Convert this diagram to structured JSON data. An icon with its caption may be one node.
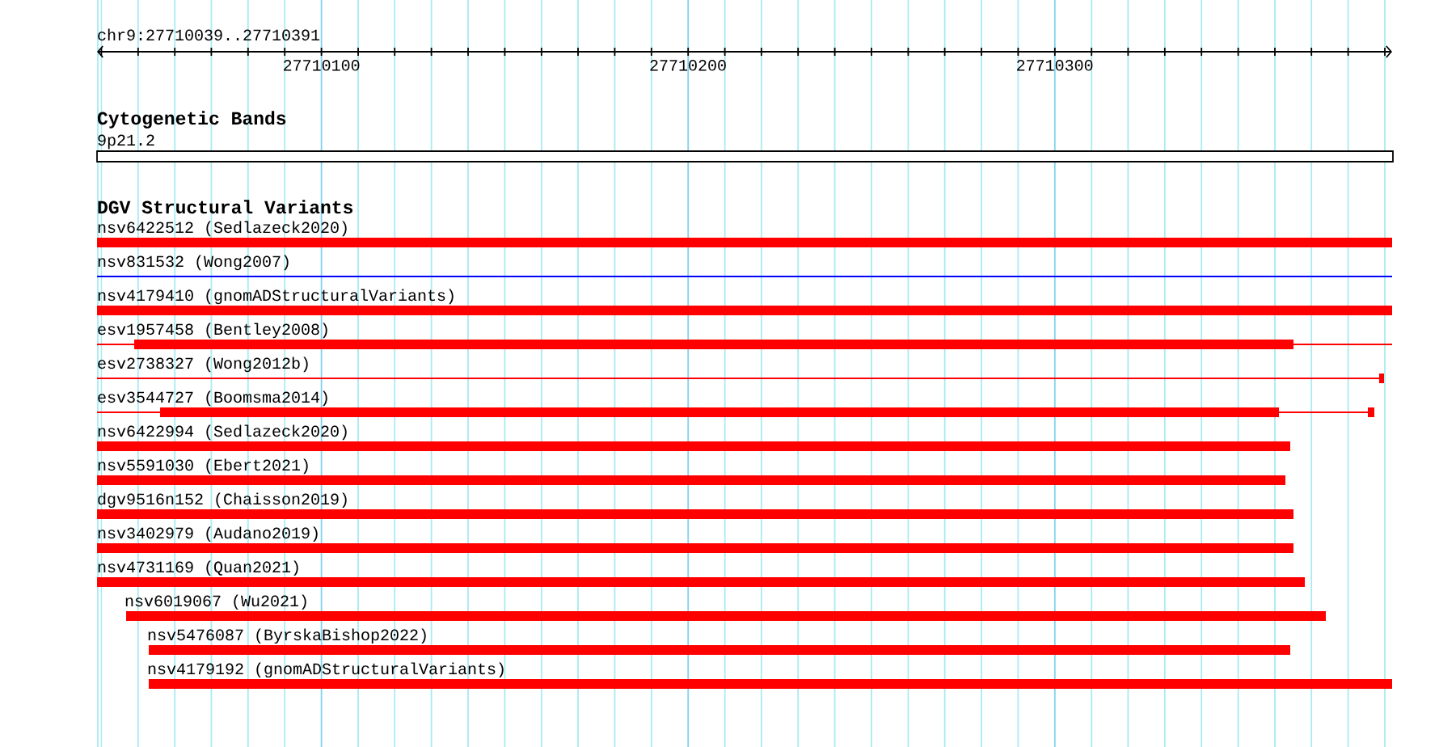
{
  "diagram": {
    "nodes": [
      {
        "text": [
          "9p21.2"
        ]
      },
      {
        "text": [
          "nsv6422512 (Sedlazeck2020)"
        ]
      },
      {
        "text": [
          "nsv831532 (Wong2007)"
        ]
      },
      {
        "text": [
          "nsv4179410 (gnomADStructuralVariants)"
        ]
      },
      {
        "text": [
          "esv1957458 (Bentley2008)"
        ]
      },
      {
        "text": [
          "esv2738327 (Wong2012b)"
        ]
      },
      {
        "text": [
          "esv3544727 (Boomsma2014)"
        ]
      },
      {
        "text": [
          "nsv6422994 (Sedlazeck2020)"
        ]
      },
      {
        "text": [
          "nsv5591030 (Ebert2021)"
        ]
      },
      {
        "text": [
          "dgv9516n152 (Chaisson2019)"
        ]
      },
      {
        "text": [
          "nsv3402979 (Audano2019)"
        ]
      },
      {
        "text": [
          "nsv4731169 (Quan2021)"
        ]
      },
      {
        "text": [
          "nsv6019067 (Wu2021)"
        ]
      },
      {
        "text": [
          "nsv5476087 (ByrskaBishop2022)"
        ]
      },
      {
        "text": [
          "nsv4179192 (gnomADStructuralVariants)"
        ]
      }
    ],
    "labels": [
      "chr9:27710039..27710391",
      "27710100",
      "27710200",
      "27710300",
      "Cytogenetic Bands",
      "DGV Structural Variants"
    ]
  }
}
